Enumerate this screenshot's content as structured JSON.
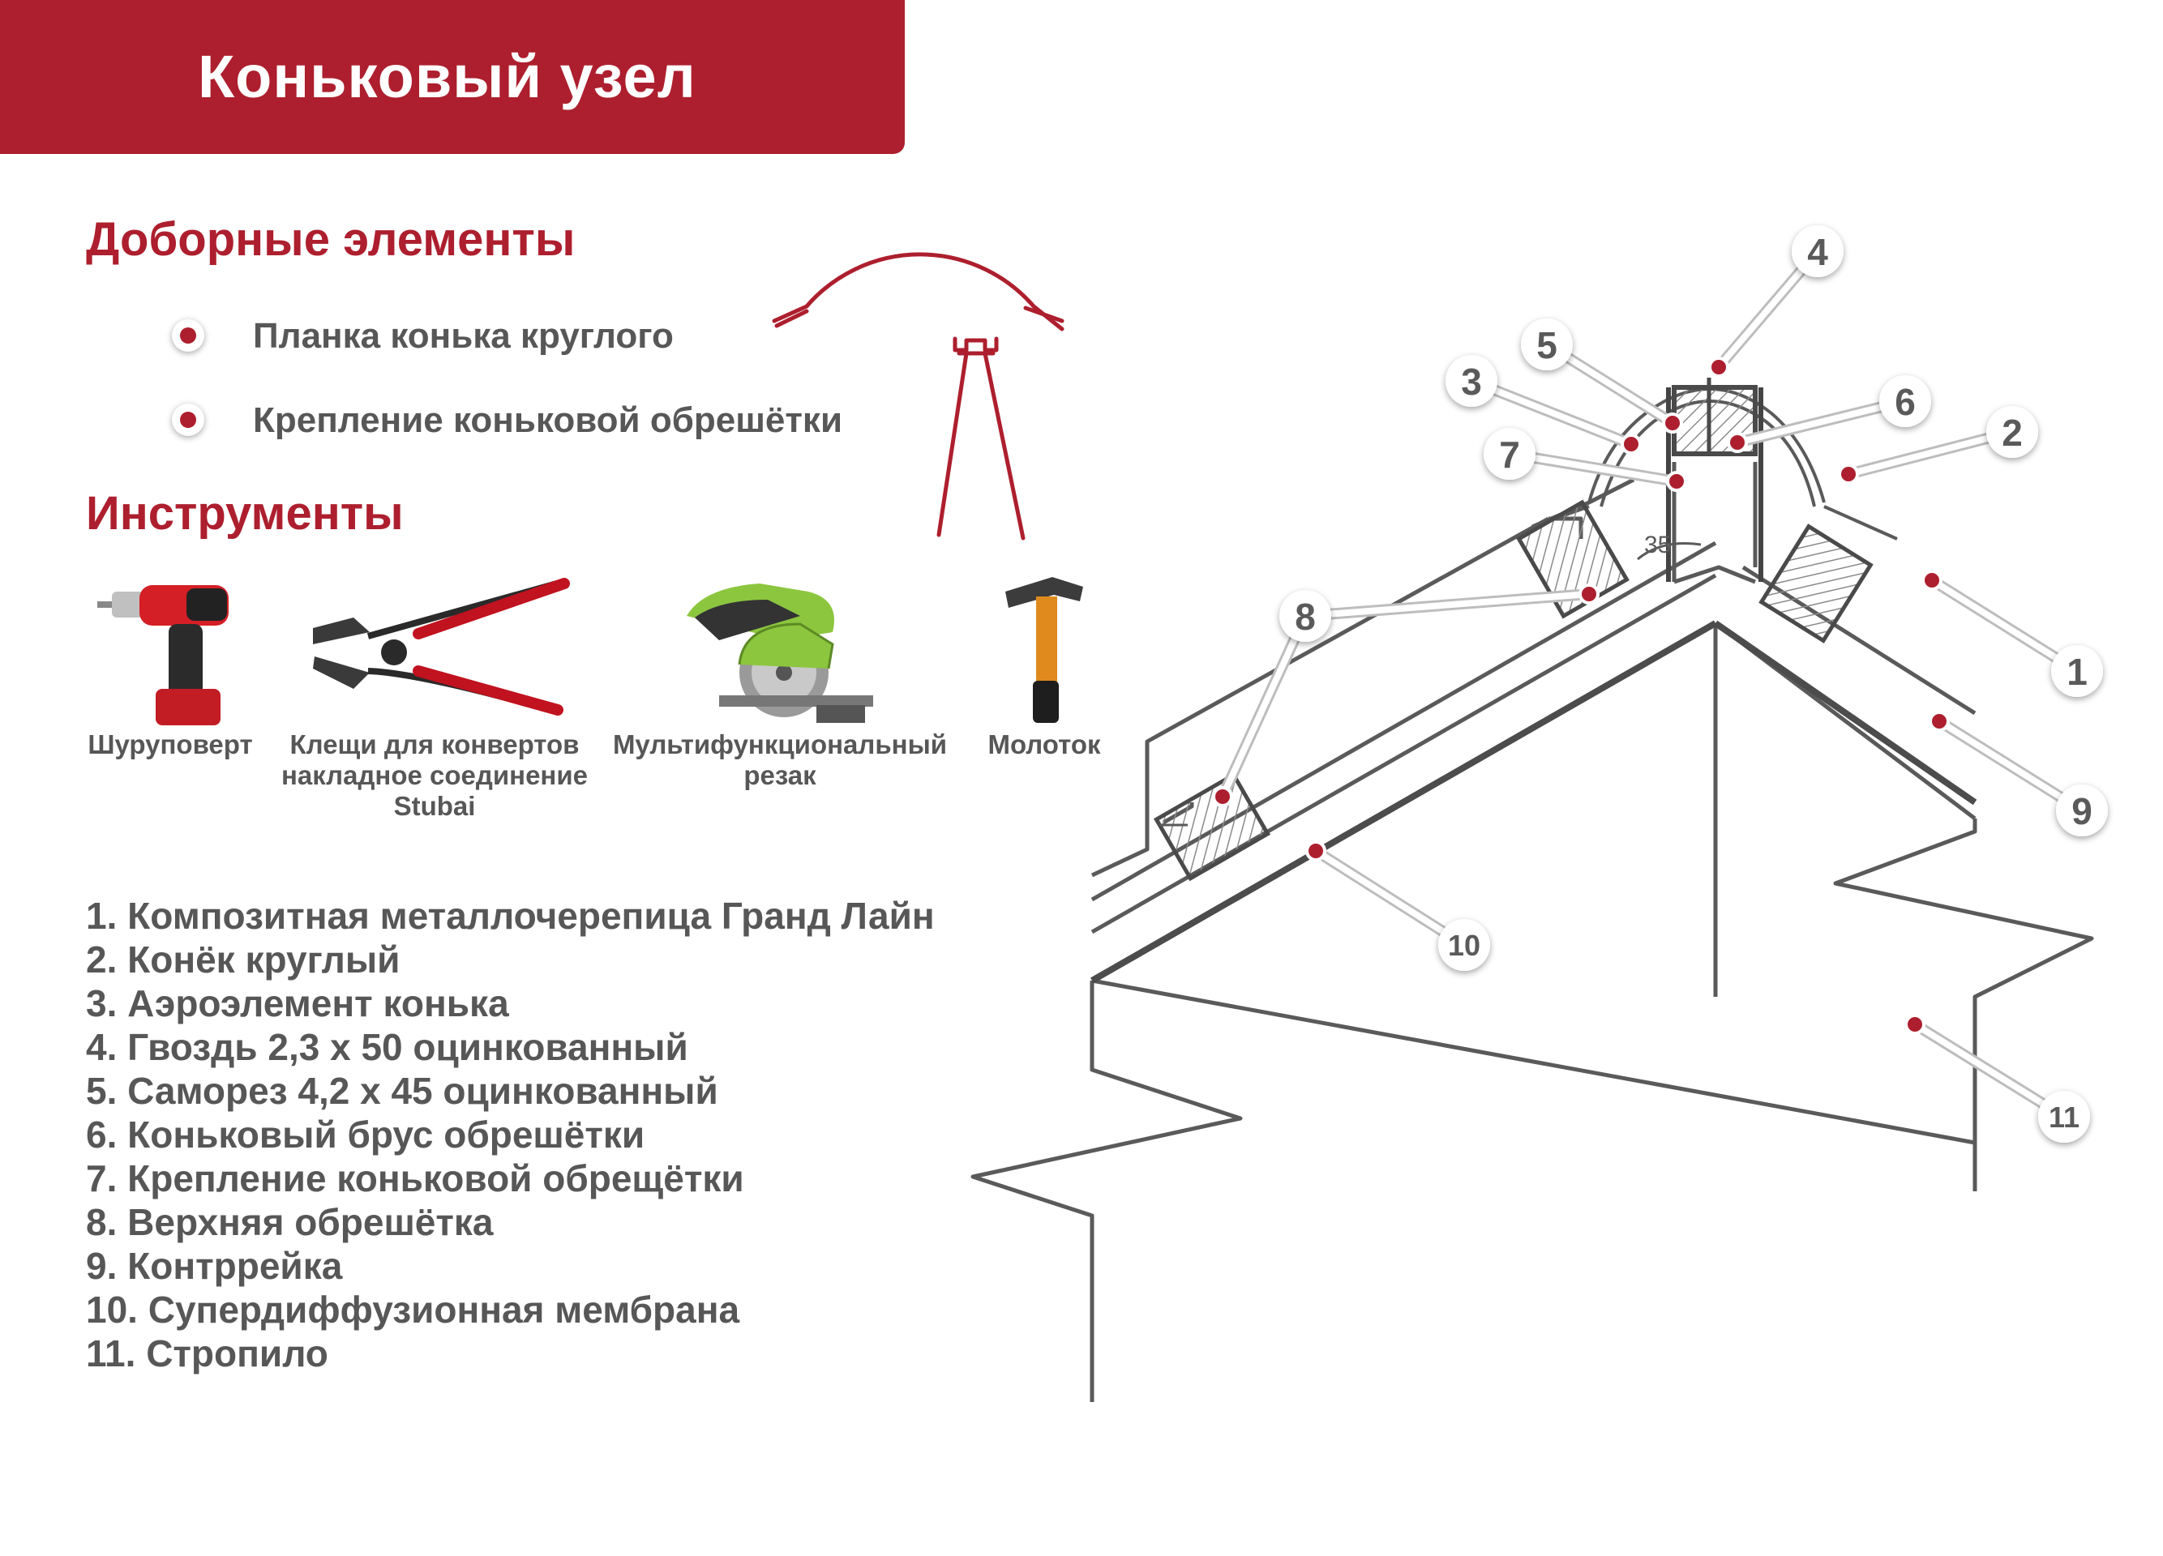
{
  "header": {
    "title": "Коньковый узел"
  },
  "accessories": {
    "title": "Доборные элементы",
    "items": [
      {
        "label": "Планка конька круглого"
      },
      {
        "label": "Крепление коньковой обрешётки"
      }
    ]
  },
  "tools": {
    "title": "Инструменты",
    "items": [
      {
        "label_lines": [
          "Шуруповерт"
        ],
        "icon": "screwdriver-icon"
      },
      {
        "label_lines": [
          "Клещи для конвертов",
          "накладное соединение",
          "Stubai"
        ],
        "icon": "pliers-icon"
      },
      {
        "label_lines": [
          "Мультифункциональный",
          "резак"
        ],
        "icon": "saw-icon"
      },
      {
        "label_lines": [
          "Молоток"
        ],
        "icon": "hammer-icon"
      }
    ]
  },
  "legend": [
    "1. Композитная металлочерепица Гранд Лайн",
    "2. Конёк круглый",
    "3. Аэроэлемент конька",
    "4. Гвоздь 2,3 x 50 оцинкованный",
    "5. Саморез 4,2 x 45 оцинкованный",
    "6. Коньковый брус обрешётки",
    "7. Крепление коньковой обрещётки",
    "8. Верхняя обрешётка",
    "9. Контррейка",
    "10. Супердиффузионная мембрана",
    "11. Стропило"
  ],
  "diagram": {
    "angle_label": "35",
    "callout_numbers": [
      "1",
      "2",
      "3",
      "4",
      "5",
      "6",
      "7",
      "8",
      "9",
      "10",
      "11"
    ]
  },
  "colors": {
    "accent": "#ad1f2e",
    "text": "#575757",
    "line": "#5a5a5a",
    "background": "#ffffff"
  }
}
